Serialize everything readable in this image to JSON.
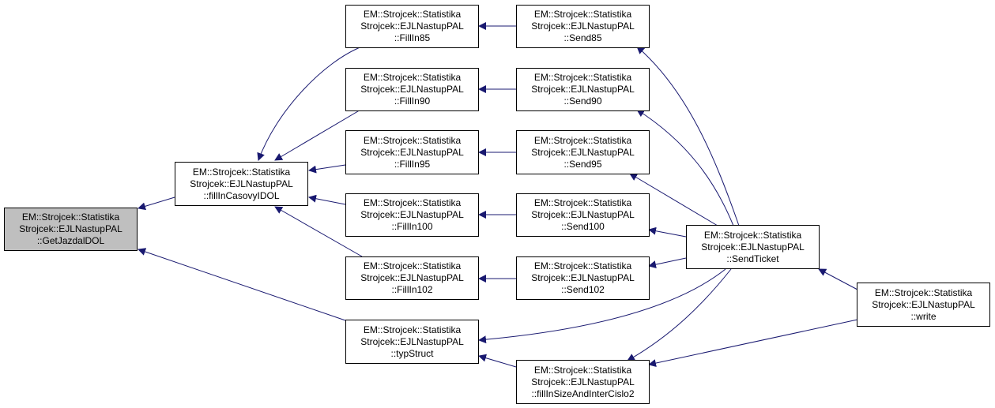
{
  "colors": {
    "edge": "#191970",
    "border": "#000000",
    "focus_fill": "#bfbfbf",
    "node_fill": "#ffffff"
  },
  "nodes": {
    "getjazdaldol": {
      "line1": "EM::Strojcek::Statistika",
      "line2": "Strojcek::EJLNastupPAL",
      "line3": "::GetJazdalDOL"
    },
    "fillincasovydol": {
      "line1": "EM::Strojcek::Statistika",
      "line2": "Strojcek::EJLNastupPAL",
      "line3": "::fillInCasovyIDOL"
    },
    "typstruct": {
      "line1": "EM::Strojcek::Statistika",
      "line2": "Strojcek::EJLNastupPAL",
      "line3": "::typStruct"
    },
    "fillin85": {
      "line1": "EM::Strojcek::Statistika",
      "line2": "Strojcek::EJLNastupPAL",
      "line3": "::FillIn85"
    },
    "fillin90": {
      "line1": "EM::Strojcek::Statistika",
      "line2": "Strojcek::EJLNastupPAL",
      "line3": "::FillIn90"
    },
    "fillin95": {
      "line1": "EM::Strojcek::Statistika",
      "line2": "Strojcek::EJLNastupPAL",
      "line3": "::FillIn95"
    },
    "fillin100": {
      "line1": "EM::Strojcek::Statistika",
      "line2": "Strojcek::EJLNastupPAL",
      "line3": "::FillIn100"
    },
    "fillin102": {
      "line1": "EM::Strojcek::Statistika",
      "line2": "Strojcek::EJLNastupPAL",
      "line3": "::FillIn102"
    },
    "send85": {
      "line1": "EM::Strojcek::Statistika",
      "line2": "Strojcek::EJLNastupPAL",
      "line3": "::Send85"
    },
    "send90": {
      "line1": "EM::Strojcek::Statistika",
      "line2": "Strojcek::EJLNastupPAL",
      "line3": "::Send90"
    },
    "send95": {
      "line1": "EM::Strojcek::Statistika",
      "line2": "Strojcek::EJLNastupPAL",
      "line3": "::Send95"
    },
    "send100": {
      "line1": "EM::Strojcek::Statistika",
      "line2": "Strojcek::EJLNastupPAL",
      "line3": "::Send100"
    },
    "send102": {
      "line1": "EM::Strojcek::Statistika",
      "line2": "Strojcek::EJLNastupPAL",
      "line3": "::Send102"
    },
    "fillinsize": {
      "line1": "EM::Strojcek::Statistika",
      "line2": "Strojcek::EJLNastupPAL",
      "line3": "::fillInSizeAndInterCislo2"
    },
    "sendticket": {
      "line1": "EM::Strojcek::Statistika",
      "line2": "Strojcek::EJLNastupPAL",
      "line3": "::SendTicket"
    },
    "write": {
      "line1": "EM::Strojcek::Statistika",
      "line2": "Strojcek::EJLNastupPAL",
      "line3": "::write"
    }
  }
}
